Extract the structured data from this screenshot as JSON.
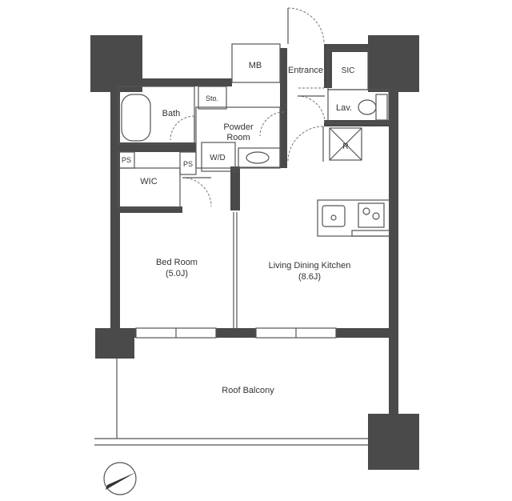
{
  "plan": {
    "rooms": {
      "mb": "MB",
      "entrance": "Entrance",
      "sic": "SIC",
      "sto": "Sto.",
      "bath": "Bath",
      "powder_room_line1": "Powder",
      "powder_room_line2": "Room",
      "lav": "Lav.",
      "wd": "W/D",
      "refrigerator": "R",
      "ps_left": "PS",
      "ps_right": "PS",
      "wic": "WIC",
      "bed_room": "Bed Room",
      "bed_room_size": "(5.0J)",
      "ldk": "Living Dining Kitchen",
      "ldk_size": "(8.6J)",
      "roof_balcony": "Roof Balcony"
    },
    "colors": {
      "wall": "#4a4a4a",
      "line": "#555555",
      "background": "#ffffff"
    },
    "icons": {
      "north": "north-arrow-icon",
      "stove": "stove-burner-icon",
      "sink": "kitchen-sink-icon",
      "toilet": "toilet-icon",
      "bathtub": "bathtub-icon"
    }
  }
}
